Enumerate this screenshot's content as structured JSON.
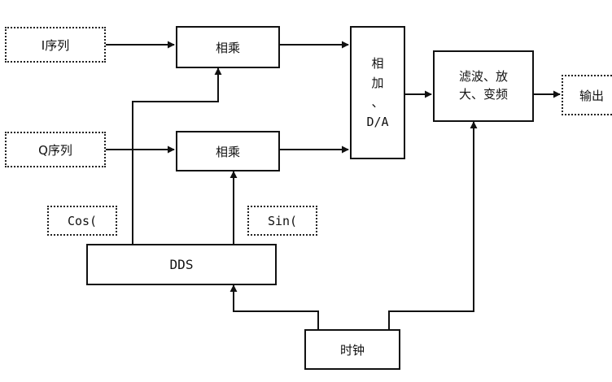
{
  "blocks": {
    "i_seq": "I序列",
    "q_seq": "Q序列",
    "mul_top": "相乘",
    "mul_bottom": "相乘",
    "sum_da": [
      "相",
      "加",
      "、",
      "D/A"
    ],
    "filter_amp": [
      "滤波、放",
      "大、变频"
    ],
    "output": "输出",
    "cos_label": "Cos(",
    "sin_label": "Sin(",
    "dds": "DDS",
    "clock": "时钟"
  },
  "colors": {
    "line": "#111111",
    "background": "#ffffff"
  }
}
